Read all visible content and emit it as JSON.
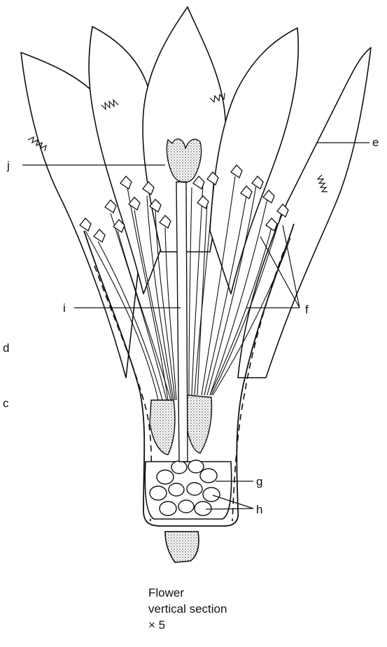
{
  "labels": {
    "c": "c",
    "d": "d",
    "e": "e",
    "f": "f",
    "g": "g",
    "h": "h",
    "i": "i",
    "j": "j"
  },
  "caption": {
    "line1": "Flower",
    "line2": "vertical section",
    "line3": "× 5"
  }
}
